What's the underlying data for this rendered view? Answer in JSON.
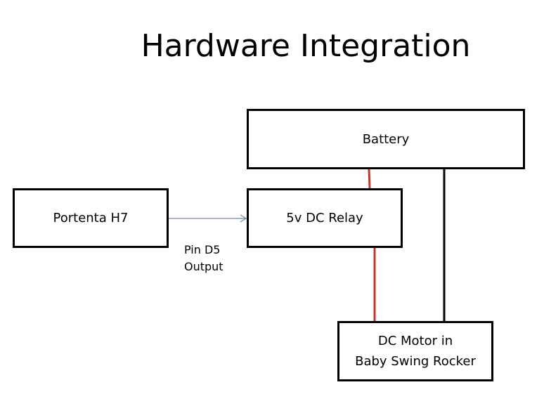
{
  "title": "Hardware Integration",
  "nodes": {
    "battery": "Battery",
    "relay": "5v DC Relay",
    "portenta": "Portenta H7",
    "motor_line1": "DC Motor in",
    "motor_line2": "Baby Swing Rocker"
  },
  "edges": [
    {
      "from": "Portenta H7",
      "to": "5v DC Relay",
      "type": "signal-arrow",
      "label_line1": "Pin D5",
      "label_line2": "Output",
      "color": "#4f81bd"
    },
    {
      "from": "Battery",
      "to": "5v DC Relay",
      "type": "power-wire",
      "color": "#c0392b"
    },
    {
      "from": "5v DC Relay",
      "to": "DC Motor in Baby Swing Rocker",
      "type": "power-wire",
      "color": "#c0392b"
    },
    {
      "from": "Battery",
      "to": "DC Motor in Baby Swing Rocker",
      "type": "ground-wire",
      "color": "#000000"
    }
  ]
}
